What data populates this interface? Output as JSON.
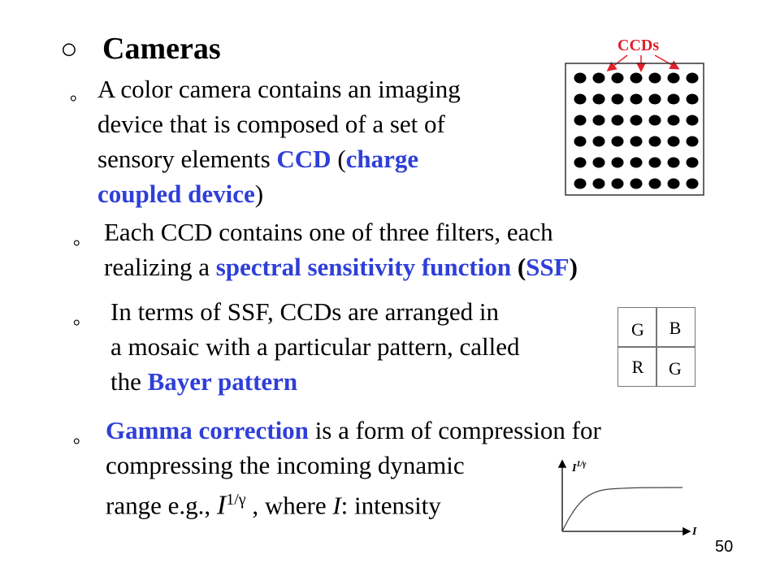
{
  "slide": {
    "title": "Cameras",
    "title_bullet": "○",
    "bullet_char": "。",
    "page_number": "50"
  },
  "p1": {
    "line1": "A color camera contains an imaging",
    "line2": "device that is composed of a set of",
    "line3_a": "sensory elements ",
    "line3_b": "CCD",
    "line3_c": " (",
    "line3_d": "charge",
    "line4_a": "coupled device",
    "line4_b": ")"
  },
  "p2": {
    "line1": "Each CCD contains one of three filters, each",
    "line2_a": "realizing a ",
    "line2_b": "spectral sensitivity function",
    "line2_c": " (",
    "line2_d": "SSF",
    "line2_e": ")"
  },
  "p3": {
    "line1": "In terms of SSF, CCDs are arranged in",
    "line2": "a mosaic with a particular pattern, called",
    "line3_a": "the ",
    "line3_b": "Bayer pattern"
  },
  "p4": {
    "line1_a": "Gamma correction",
    "line1_b": " is a form of compression for",
    "line2": "compressing the incoming dynamic",
    "line3_a": "range  e.g., ",
    "formula_base": "I",
    "formula_exp": "1/γ",
    "line3_b": " , where ",
    "line3_c": "I",
    "line3_d": ": intensity"
  },
  "ccd_figure": {
    "label": "CCDs",
    "label_color": "#e0202a",
    "arrow_color": "#e0202a",
    "rows": 6,
    "cols": 7
  },
  "bayer": {
    "cells": [
      "G",
      "B",
      "R",
      "G"
    ]
  },
  "gamma_plot": {
    "y_label": "I",
    "y_label_exp": "1/γ",
    "x_label": "I"
  },
  "colors": {
    "accent_blue": "#2f3fd8",
    "text": "#000000"
  }
}
